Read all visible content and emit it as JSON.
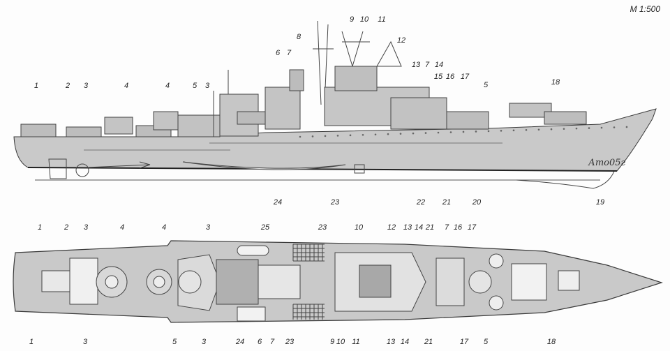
{
  "scale": "M 1:500",
  "signature": "Ато05г",
  "side_view": {
    "labels": [
      "1",
      "2",
      "3",
      "4",
      "4",
      "5",
      "3",
      "6",
      "7",
      "8",
      "9",
      "10",
      "11",
      "12",
      "13",
      "7",
      "14",
      "15",
      "16",
      "17",
      "5",
      "18",
      "24",
      "23",
      "22",
      "21",
      "20",
      "19"
    ]
  },
  "plan_view": {
    "labels": [
      "1",
      "2",
      "3",
      "4",
      "4",
      "3",
      "25",
      "23",
      "10",
      "12",
      "13",
      "14",
      "21",
      "7",
      "16",
      "17",
      "1",
      "3",
      "5",
      "3",
      "24",
      "6",
      "7",
      "23",
      "9",
      "10",
      "11",
      "13",
      "14",
      "21",
      "17",
      "5",
      "18"
    ]
  },
  "colors": {
    "hull": "#c9c9c9",
    "line": "#3a3a3a",
    "dark": "#8a8a8a"
  }
}
